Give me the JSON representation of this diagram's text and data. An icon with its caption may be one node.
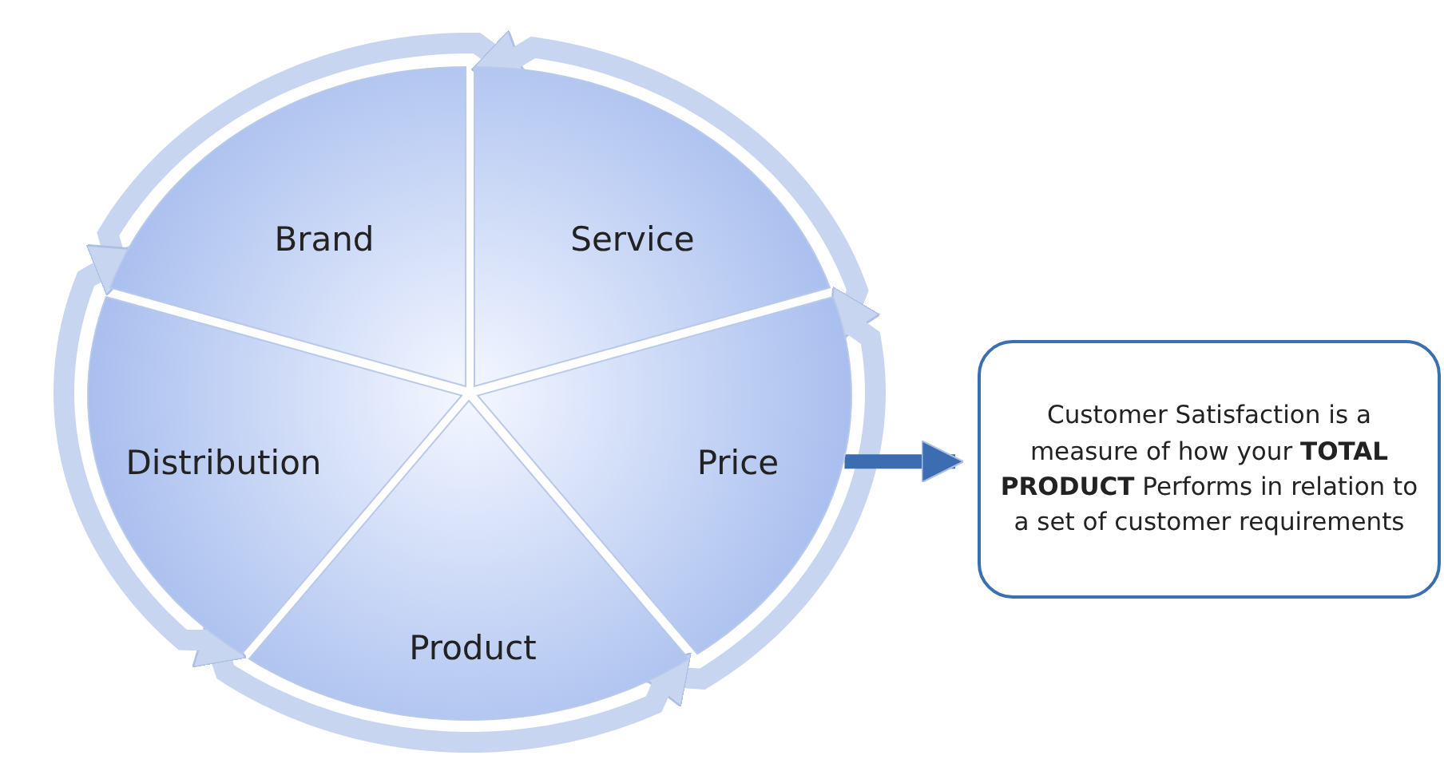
{
  "diagram": {
    "nodes": [
      {
        "text": [
          "Brand"
        ]
      },
      {
        "text": [
          "Service"
        ]
      },
      {
        "text": [
          "Price"
        ]
      },
      {
        "text": [
          "Product"
        ]
      },
      {
        "text": [
          "Distribution"
        ]
      },
      {
        "text": [
          "Customer Satisfaction is a measure of how your **TOTAL PRODUCT** Performs in relation to a set of customer requirements"
        ]
      }
    ],
    "edges": [
      {
        "from": 0,
        "to": 1,
        "arrow": "to"
      },
      {
        "from": 1,
        "to": 2,
        "arrow": "to"
      },
      {
        "from": 2,
        "to": 3,
        "arrow": "to"
      },
      {
        "from": 3,
        "to": 4,
        "arrow": "to"
      },
      {
        "from": 4,
        "to": 0,
        "arrow": "to"
      },
      {
        "from": 2,
        "to": 5,
        "arrow": "to",
        "color": "#3c6db0"
      }
    ]
  }
}
